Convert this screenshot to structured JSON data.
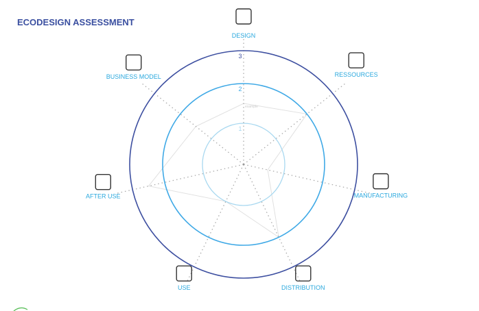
{
  "chart_data": {
    "type": "radar",
    "title": "ECODESIGN ASSESSMENT",
    "axes": [
      "DESIGN",
      "RESSOURCES",
      "MANUFACTURING",
      "DISTRIBUTION",
      "USE",
      "AFTER USE",
      "BUSINESS MODEL"
    ],
    "axis_icons": [
      "head-ideas-icon",
      "ingots-icon",
      "factory-icon",
      "box-icon",
      "tablet-touch-icon",
      "recycle-battery-icon",
      "document-cycle-icon"
    ],
    "rings": [
      1,
      2,
      3
    ],
    "ring_colors": [
      "#a8d8f0",
      "#3fa9e6",
      "#3d4fa0"
    ],
    "range": [
      0,
      3
    ],
    "series": [
      {
        "name": "example",
        "values": [
          1.5,
          2,
          0.6,
          2,
          1,
          2.5,
          1.5
        ],
        "color": "#e0e0e0"
      }
    ]
  }
}
